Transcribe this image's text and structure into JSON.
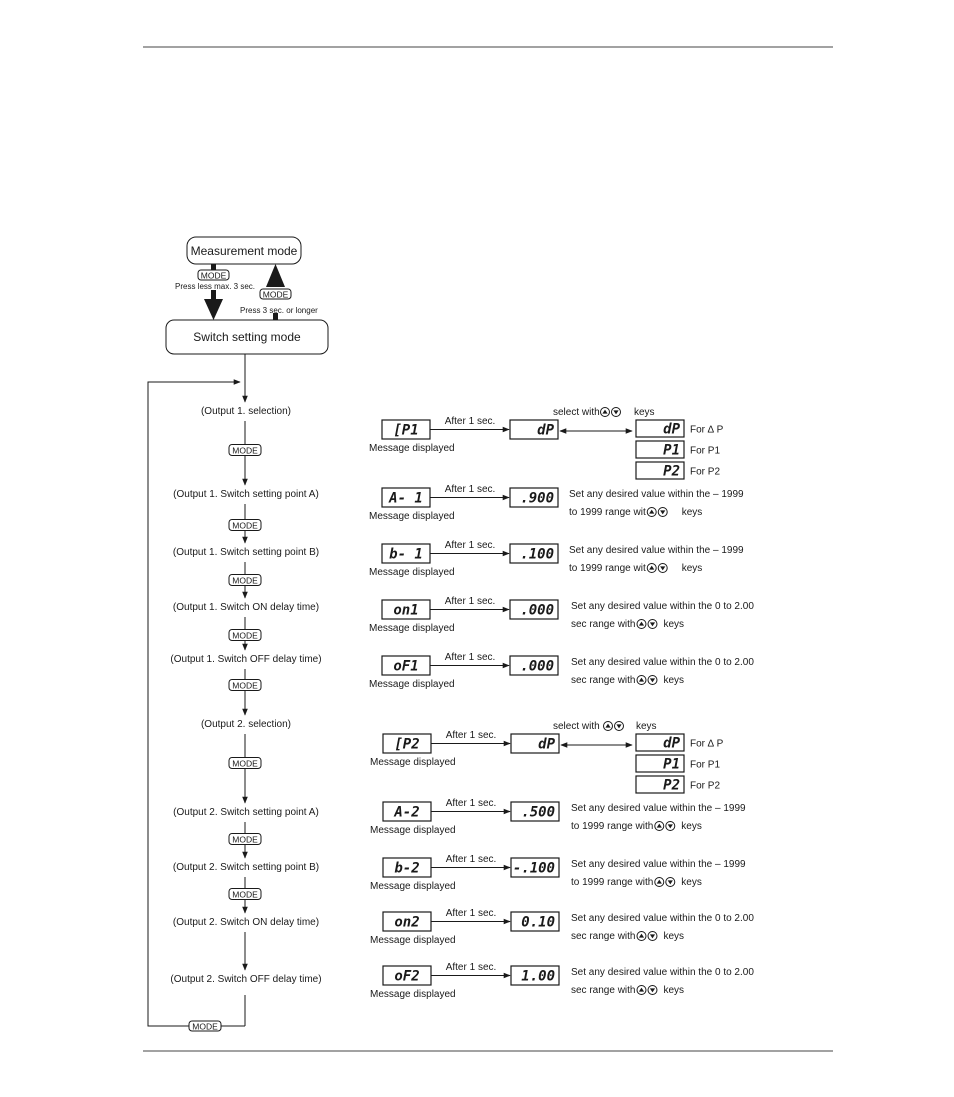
{
  "modes": {
    "measurement": "Measurement mode",
    "switch_setting": "Switch setting mode",
    "mode_key": "MODE",
    "press_short": "Press less max. 3 sec.",
    "press_long": "Press 3 sec. or longer"
  },
  "common": {
    "after": "After 1 sec.",
    "message": "Message displayed",
    "for_dp": "For ∆ P",
    "for_p1": "For P1",
    "for_p2": "For P2",
    "select_prefix": "select with",
    "keys": "keys"
  },
  "steps": [
    {
      "label": "(Output 1.  selection)",
      "msg": "[P1",
      "value": "dP",
      "type": "select"
    },
    {
      "label": "(Output 1. Switch setting point A)",
      "msg": "A- 1",
      "value": ".900",
      "line1": "Set any desired value within the – 1999",
      "line2_prefix": "to 1999 range wit",
      "line2_suffix": "keys"
    },
    {
      "label": "(Output 1. Switch setting point B)",
      "msg": "b- 1",
      "value": ".100",
      "line1": "Set any desired value within the – 1999",
      "line2_prefix": "to 1999 range wit",
      "line2_suffix": "keys"
    },
    {
      "label": "(Output 1. Switch ON delay time)",
      "msg": "on1",
      "value": ".000",
      "line1": "Set any desired value within the 0 to 2.00",
      "line2_prefix": "sec range with",
      "line2_suffix": "keys"
    },
    {
      "label": "(Output 1. Switch OFF delay time)",
      "msg": "oF1",
      "value": ".000",
      "line1": "Set any desired value within the 0 to 2.00",
      "line2_prefix": "sec range with",
      "line2_suffix": "keys"
    },
    {
      "label": "(Output 2. selection)",
      "msg": "[P2",
      "value": "dP",
      "type": "select"
    },
    {
      "label": "(Output 2. Switch setting point A)",
      "msg": "A-2",
      "value": ".500",
      "line1": "Set any desired value within the – 1999",
      "line2_prefix": "to 1999 range with",
      "line2_suffix": "keys"
    },
    {
      "label": "(Output 2. Switch setting point B)",
      "msg": "b-2",
      "value": "-.100",
      "line1": "Set any desired value within the – 1999",
      "line2_prefix": "to 1999 range with",
      "line2_suffix": "keys"
    },
    {
      "label": "(Output 2. Switch ON delay time)",
      "msg": "on2",
      "value": "0.10",
      "line1": "Set any desired value within the 0 to 2.00",
      "line2_prefix": "sec range with",
      "line2_suffix": "keys"
    },
    {
      "label": "(Output 2. Switch OFF delay time)",
      "msg": "oF2",
      "value": "1.00",
      "line1": "Set any desired value within the 0 to 2.00",
      "line2_prefix": "sec range with",
      "line2_suffix": "keys"
    }
  ],
  "options": [
    {
      "display": "dP",
      "caption_key": "for_dp"
    },
    {
      "display": "P1",
      "caption_key": "for_p1"
    },
    {
      "display": "P2",
      "caption_key": "for_p2"
    }
  ]
}
